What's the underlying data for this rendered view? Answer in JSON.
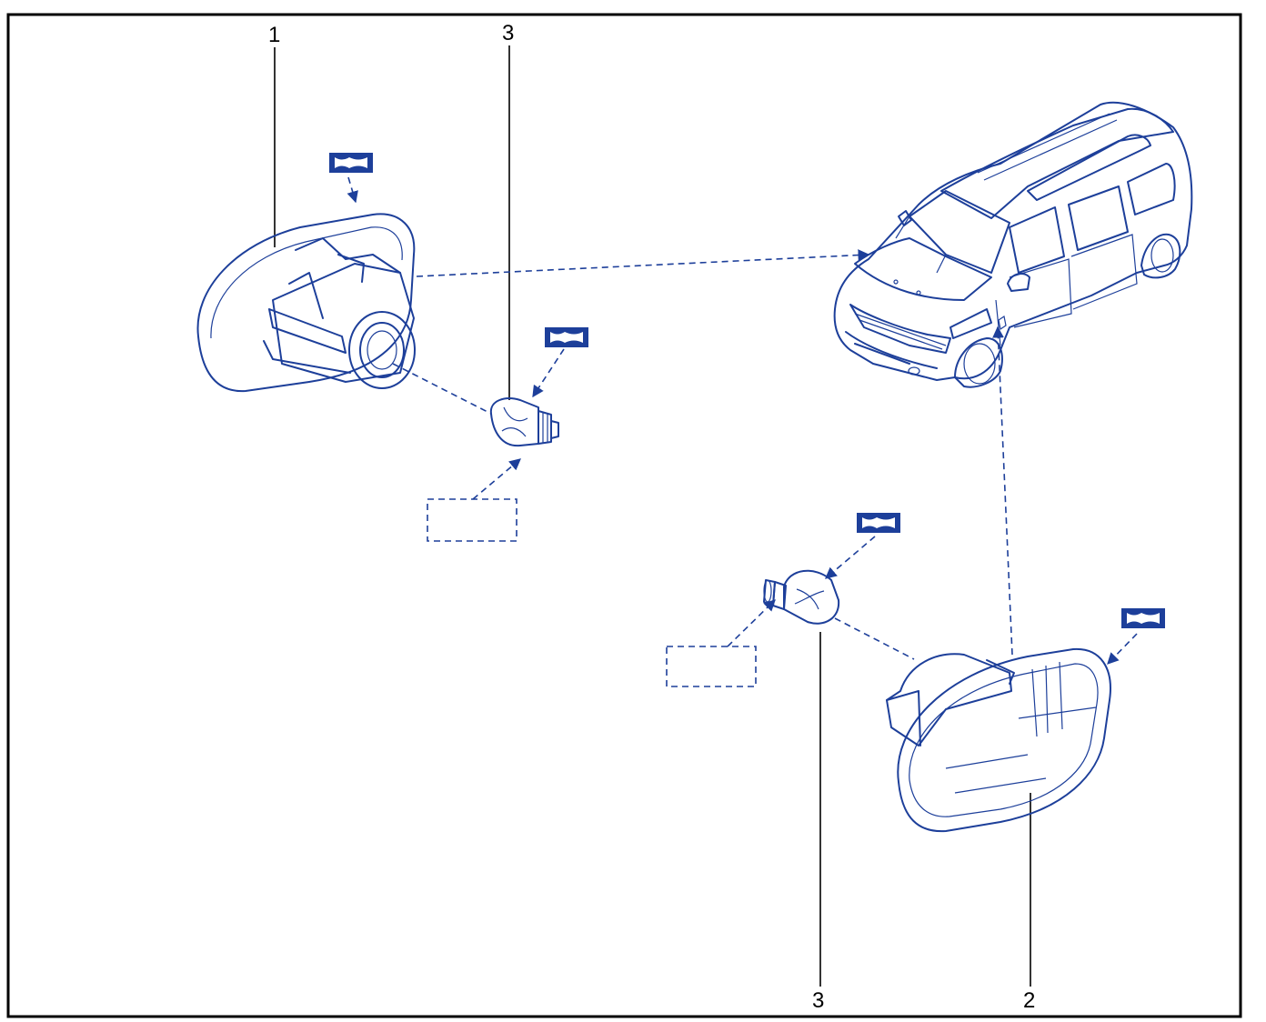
{
  "callouts": {
    "side_repeater_left": "1",
    "bulb_upper": "3",
    "side_repeater_right": "2",
    "bulb_lower": "3"
  },
  "icons": {
    "reference_symbol": "flag-symbol-icon",
    "bulb": "bulb-icon",
    "vehicle": "vehicle-icon",
    "lamp_housing": "lamp-housing-icon"
  },
  "colors": {
    "line": "#1d3f9a",
    "callout": "#000000",
    "frame": "#000000",
    "background": "#ffffff"
  }
}
